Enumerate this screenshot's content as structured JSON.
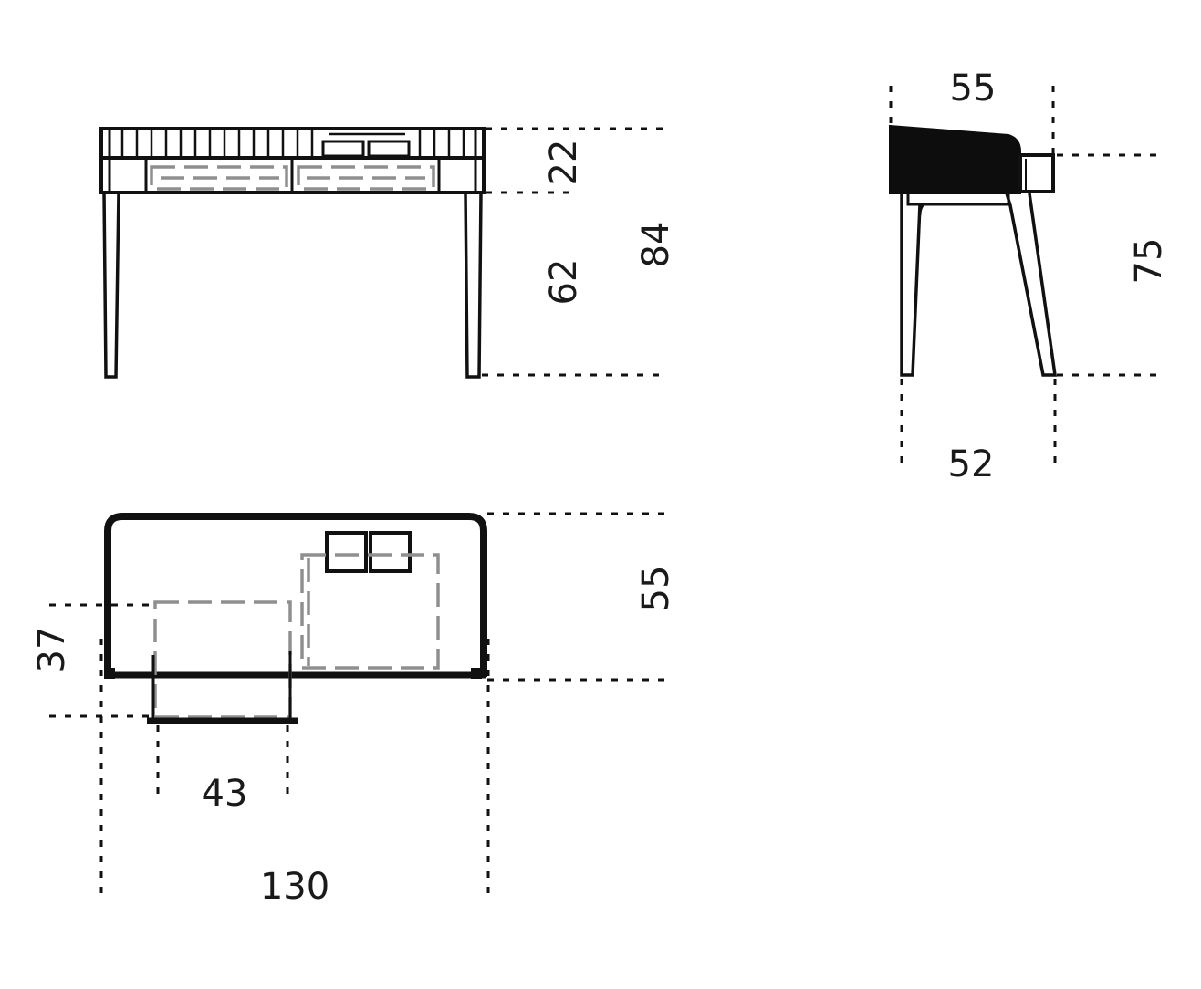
{
  "drawing": {
    "front_view": {
      "top_height_label": "22",
      "leg_height_label": "62",
      "total_height_label": "84"
    },
    "side_view": {
      "top_depth_label": "55",
      "bottom_depth_label": "52",
      "height_label": "75"
    },
    "plan_view": {
      "depth_label": "55",
      "drawer_depth_label": "37",
      "drawer_width_label": "43",
      "total_width_label": "130"
    }
  }
}
